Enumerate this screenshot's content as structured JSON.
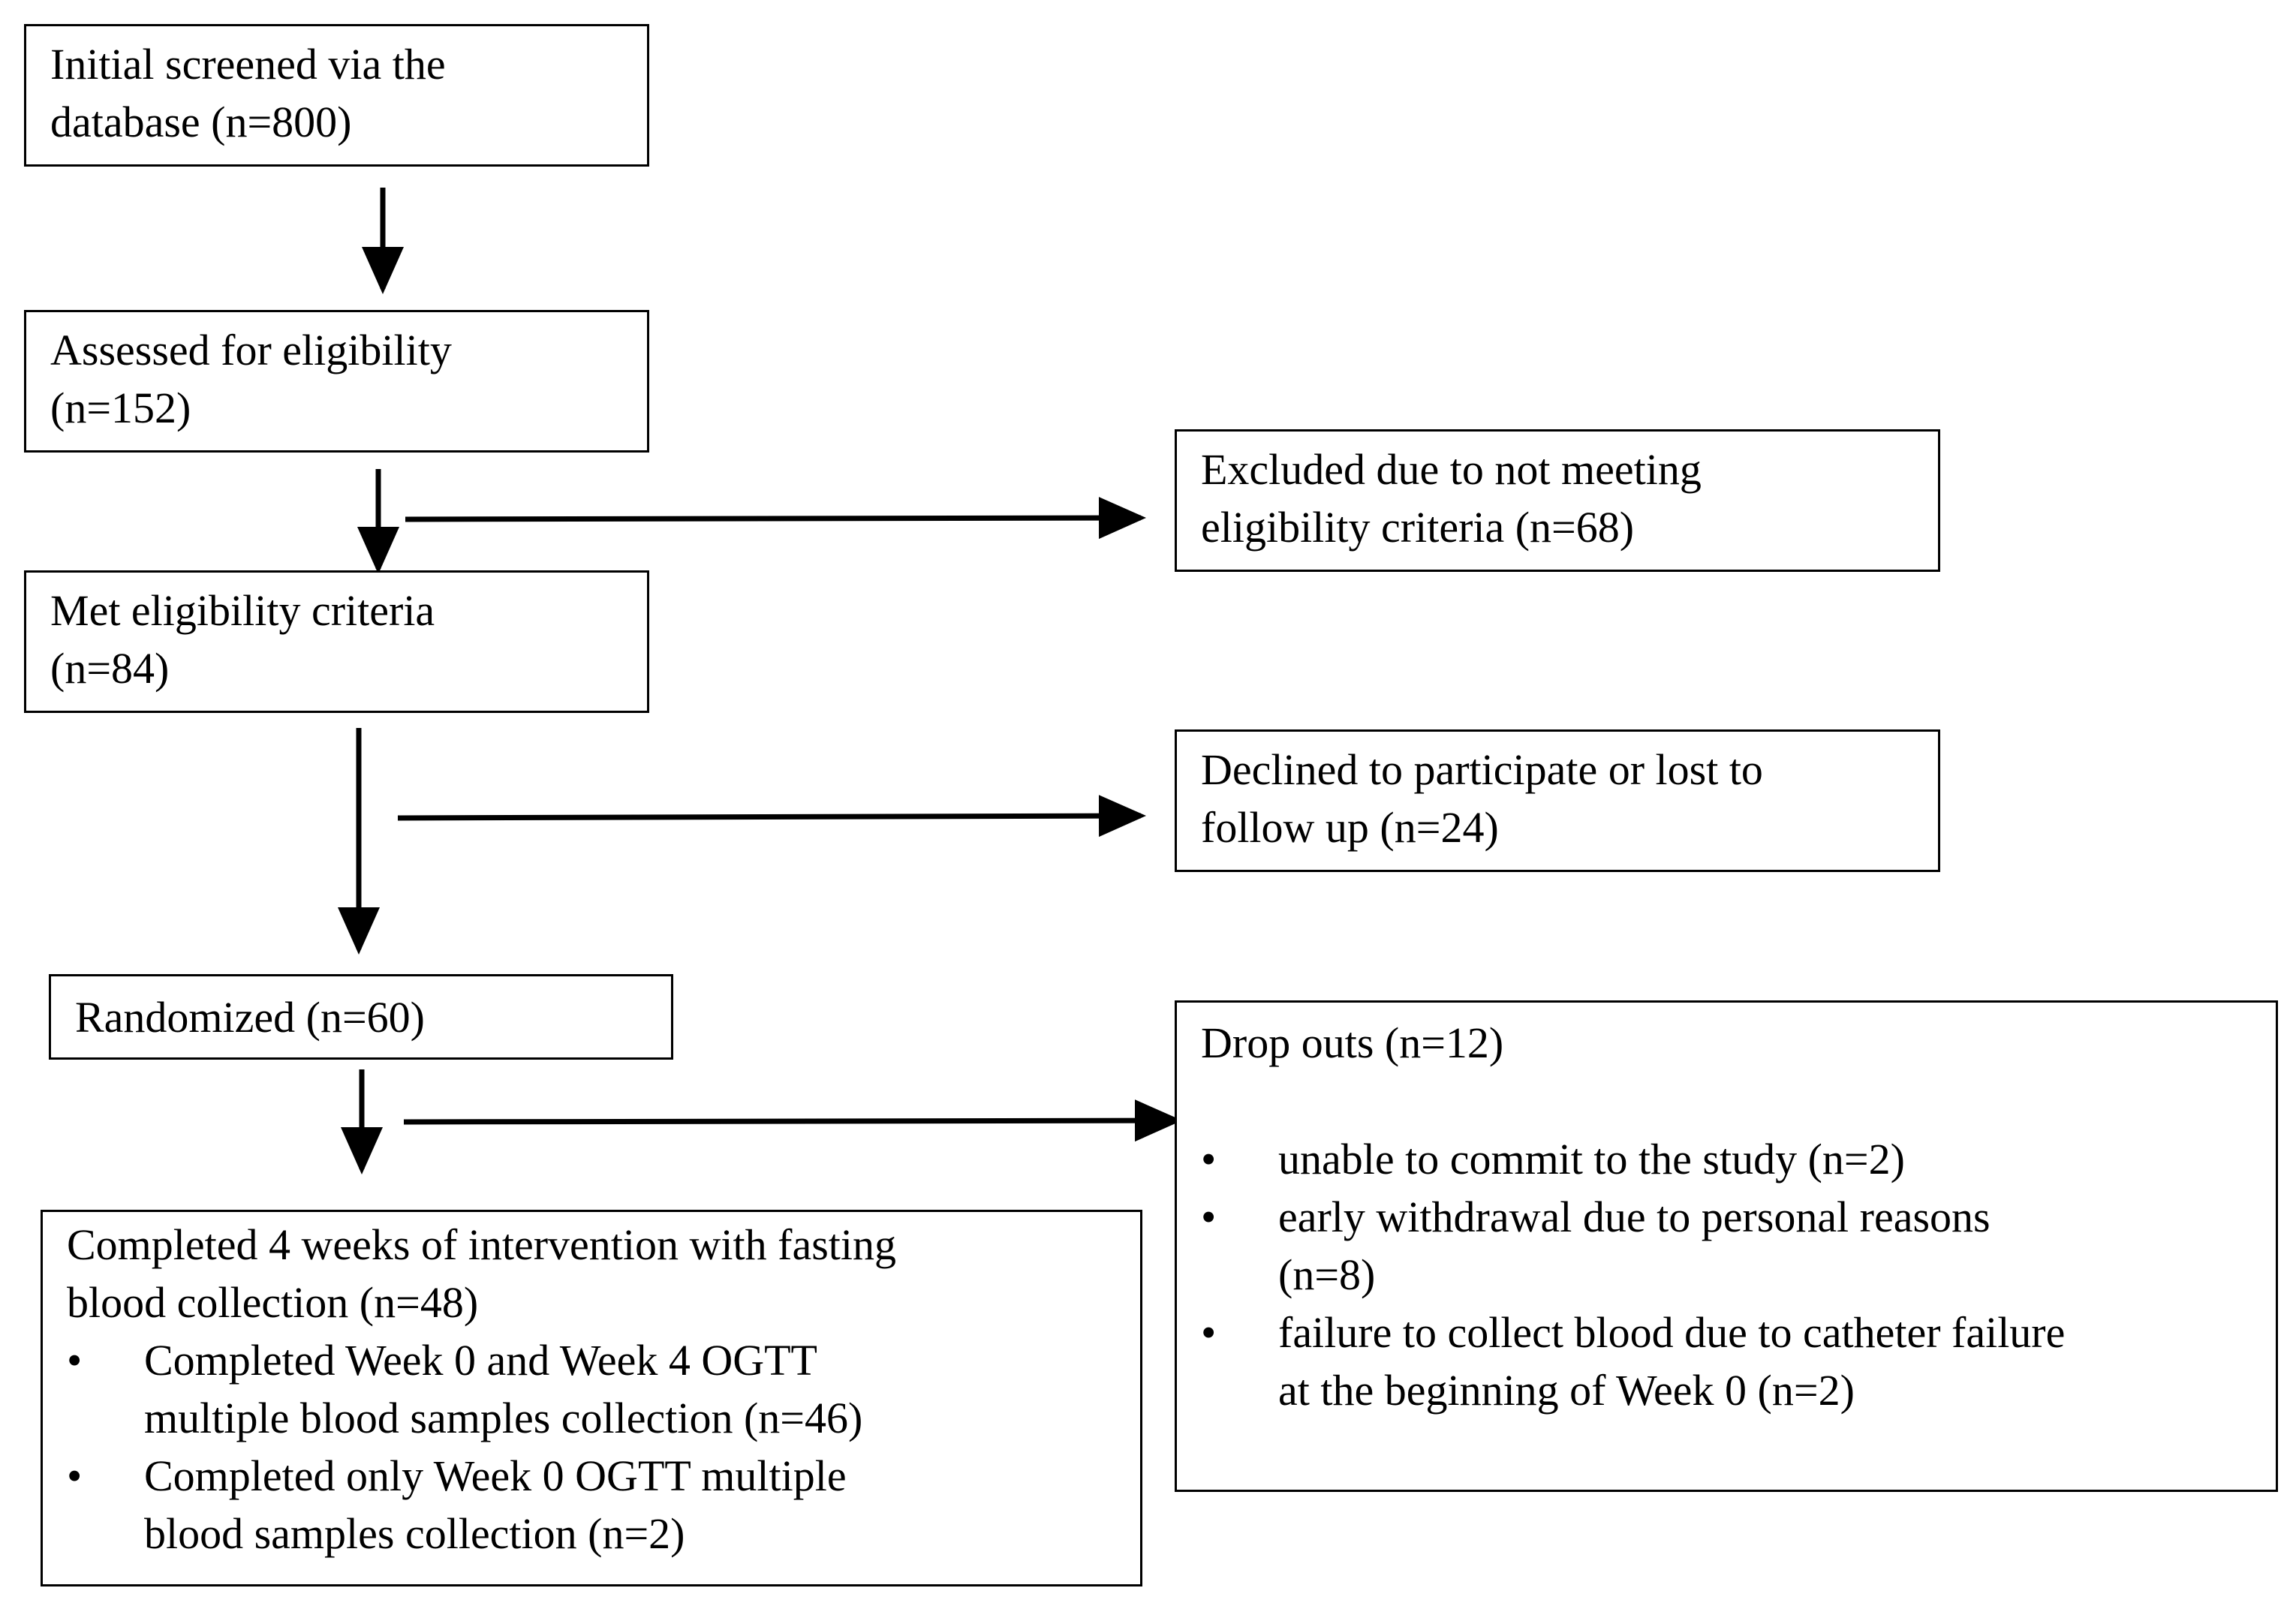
{
  "boxes": {
    "screened": {
      "line1": "Initial screened via the",
      "line2": "database (n=800)"
    },
    "assessed": {
      "line1": "Assessed for eligibility",
      "line2": "(n=152)"
    },
    "excluded": {
      "line1": "Excluded  due to not meeting",
      "line2": "eligibility  criteria (n=68)"
    },
    "met": {
      "line1": "Met eligibility  criteria",
      "line2": "(n=84)"
    },
    "declined": {
      "line1": "Declined to participate or lost to",
      "line2": "follow up (n=24)"
    },
    "randomized": {
      "line1": "Randomized (n=60)"
    },
    "dropouts": {
      "title": "Drop outs (n=12)",
      "bullet": "•",
      "items": [
        {
          "line1": "unable to commit to the study (n=2)"
        },
        {
          "line1": "early withdrawal due to personal reasons",
          "line2": "(n=8)"
        },
        {
          "line1": "failure to collect blood due to catheter failure",
          "line2": "at the beginning of Week 0 (n=2)"
        }
      ]
    },
    "completed": {
      "line1": "Completed 4 weeks of intervention with fasting",
      "line2": "blood collection (n=48)",
      "bullet": "•",
      "items": [
        {
          "line1": "Completed Week 0 and Week 4  OGTT",
          "line2": "multiple blood samples collection (n=46)"
        },
        {
          "line1": "Completed only Week 0 OGTT multiple",
          "line2": "blood samples collection (n=2)"
        }
      ]
    }
  }
}
